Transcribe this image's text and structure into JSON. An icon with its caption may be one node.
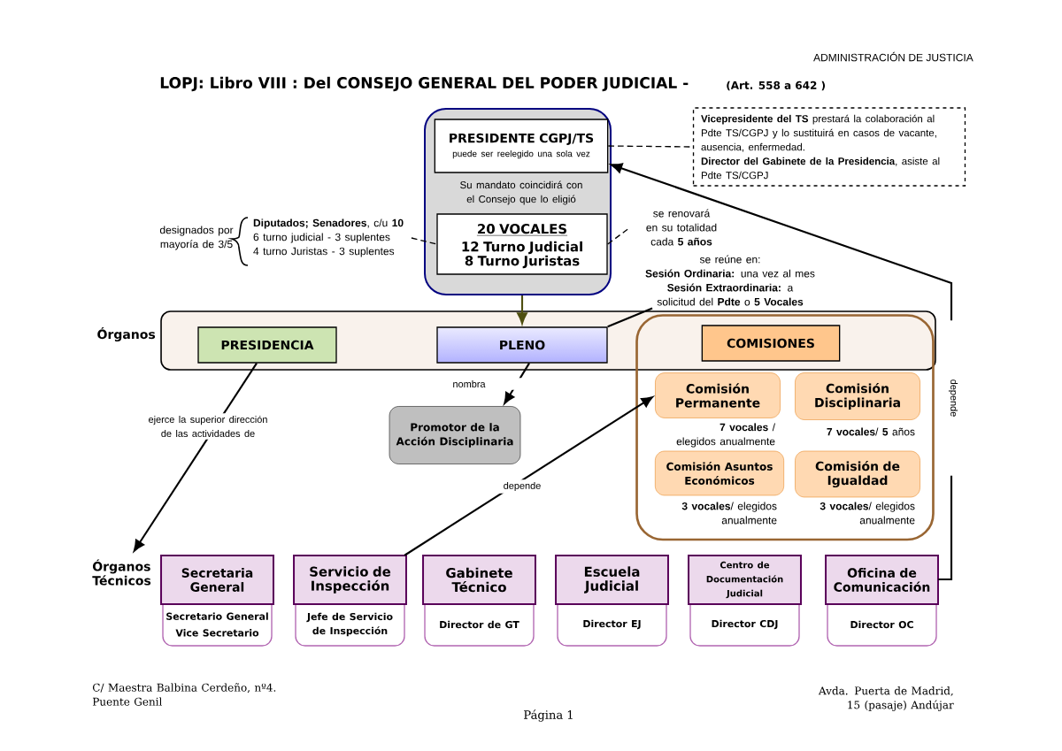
{
  "diagram": {
    "title": "LOPJ: Libro VIII : Del CONSEJO GENERAL DEL PODER JUDICIAL -",
    "nodes": [
      {
        "text": [
          "Su mandato coincidirá con el Consejo que lo eligió"
        ]
      },
      {
        "text": [
          "PRESIDENTE CGPJ/TS",
          "puede ser reelegido una sola vez"
        ],
        "in": 0
      },
      {
        "text": [
          "20 VOCALES",
          "12 Turno Judicial 8 Turno Juristas"
        ],
        "in": 0
      },
      {
        "text": [
          "**Vicepresidente del TS** prestará la colaboración al Pdte TS/CGPJ y lo sustituirá en casos de vacante, ausencia, enfermedad.",
          "**Director del Gabinete de la Presidencia**, asiste al Pdte TS/CGPJ"
        ]
      },
      {
        "text": [
          "**Diputados; Senadores**, c/u **10**",
          "6 turno judicial - 3 suplentes",
          "4 turno Juristas - 3 suplentes"
        ]
      },
      {
        "text": [
          "se renovará en su totalidad cada **5 años**"
        ]
      },
      {
        "text": [
          "se reúne en:",
          "**Sesión Ordinaria:** una vez al mes",
          "**Sesión Extraordinaria:** a solicitud del **Pdte** o **5 Vocales**"
        ]
      },
      {
        "text": [
          "Órganos"
        ]
      },
      {
        "text": [
          "PRESIDENCIA"
        ],
        "in": 7
      },
      {
        "text": [
          "PLENO"
        ],
        "in": 7
      },
      {
        "text": [],
        "shape": "box"
      },
      {
        "text": [
          "COMISIONES"
        ]
      },
      {
        "text": [
          "Comisión Permanente"
        ],
        "in": 10,
        "beside": [
          "**7 vocales** / elegidos anualmente"
        ]
      },
      {
        "text": [
          "Comisión Disciplinaria"
        ],
        "in": 10,
        "beside": [
          "**7 vocales**/ **5** años"
        ]
      },
      {
        "text": [
          "Comisión Asuntos Económicos"
        ],
        "in": 10,
        "beside": [
          "**3 vocales**/ elegidos anualmente"
        ]
      },
      {
        "text": [
          "Comisión de Igualdad"
        ],
        "in": 10,
        "beside": [
          "**3 vocales**/ elegidos anualmente"
        ]
      },
      {
        "text": [
          "Promotor de la Acción Disciplinaria"
        ]
      },
      {
        "text": [
          "Secretaria General",
          "Secretario General",
          "Vice Secretario"
        ]
      },
      {
        "text": [
          "Servicio de Inspección",
          "Jefe de Servicio de Inspección"
        ]
      },
      {
        "text": [
          "Gabinete Técnico",
          "Director de GT"
        ]
      },
      {
        "text": [
          "Escuela Judicial",
          "Director EJ"
        ]
      },
      {
        "text": [
          "Centro de Documentación Judicial",
          "Director CDJ"
        ]
      },
      {
        "text": [
          "Oficina de Comunicación",
          "Director OC"
        ]
      }
    ],
    "edges": [
      {
        "from": 1,
        "to": 3,
        "arrow": "none",
        "style": "dashed"
      },
      {
        "from": 4,
        "to": 2,
        "arrow": "none",
        "style": "dashed"
      },
      {
        "from": 2,
        "to": 5,
        "arrow": "none",
        "style": "dashed"
      },
      {
        "from": 0,
        "to": 9,
        "arrow": "to",
        "color": "#4f4f10"
      },
      {
        "from": 6,
        "to": 9,
        "arrow": "none"
      },
      {
        "from": 9,
        "to": 16,
        "arrow": "to",
        "label": "nombra"
      },
      {
        "from": 8,
        "to": 17,
        "arrow": "to",
        "label": "ejerce la superior dirección de las actividades de"
      },
      {
        "from": 18,
        "to": 12,
        "arrow": "to",
        "label": "depende"
      },
      {
        "from": 22,
        "to": 1,
        "arrow": "to",
        "label": "depende"
      }
    ],
    "labels": [
      "ADMINISTRACIÓN DE JUSTICIA",
      "(Art. 558 a 642 )",
      "designados por mayoría de 3/5",
      "Órganos Técnicos",
      "C/ Maestra Balbina Cerdeño, nº4. Puente Genil",
      "Página 1",
      "Avda. Puerta de Madrid, 15 (pasaje) Andújar"
    ]
  }
}
